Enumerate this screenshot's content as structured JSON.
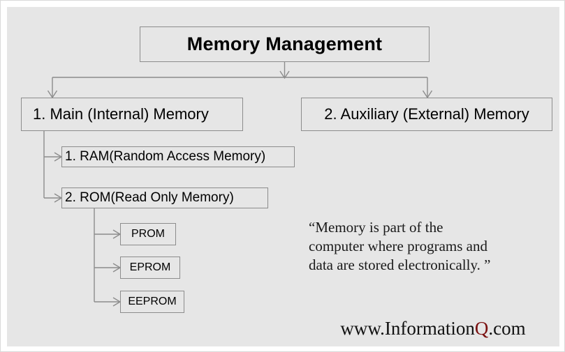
{
  "diagram": {
    "title": "Memory Management",
    "nodes": {
      "root": {
        "label": "Memory Management"
      },
      "level2": [
        {
          "id": "main-memory",
          "label": "1. Main (Internal) Memory"
        },
        {
          "id": "aux-memory",
          "label": "2. Auxiliary (External) Memory"
        }
      ],
      "level3": [
        {
          "id": "ram",
          "label": "1. RAM(Random Access Memory)"
        },
        {
          "id": "rom",
          "label": "2. ROM(Read Only Memory)"
        }
      ],
      "level4": [
        {
          "id": "prom",
          "label": "PROM"
        },
        {
          "id": "eprom",
          "label": "EPROM"
        },
        {
          "id": "eeprom",
          "label": "EEPROM"
        }
      ]
    }
  },
  "quote": {
    "line1": "“Memory is part of the",
    "line2": "computer where programs and",
    "line3": "data are stored electronically. ”"
  },
  "watermark": {
    "prefix": "www.Information",
    "accent": "Q",
    "suffix": ".com"
  },
  "colors": {
    "canvas": "#e6e6e6",
    "frame": "#ffffff",
    "box_border": "#8c8c8c",
    "connector": "#8c8c8c",
    "text": "#000000",
    "accent": "#7a1010"
  }
}
